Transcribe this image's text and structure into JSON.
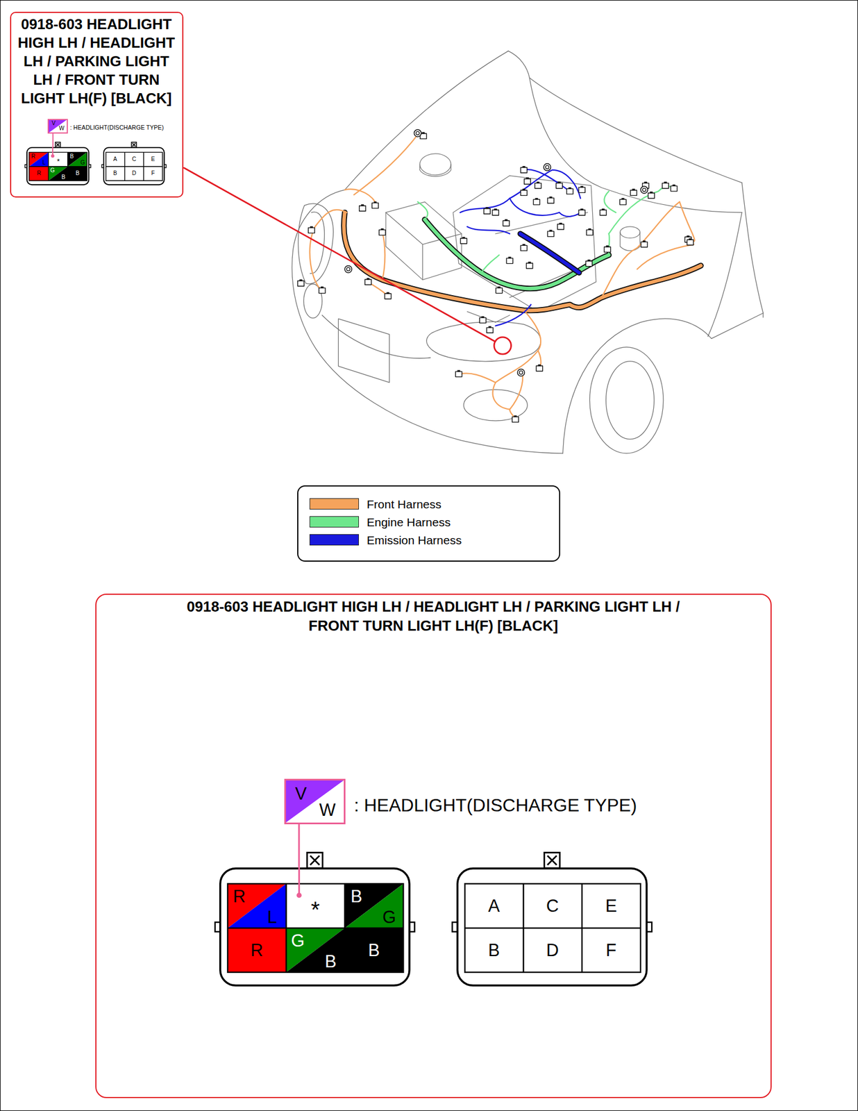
{
  "diagram": {
    "nodes": [
      {
        "text": [
          "0918-603 HEADLIGHT HIGH LH / HEADLIGHT LH / PARKING LIGHT LH / FRONT TURN LIGHT LH(F) [BLACK]"
        ]
      },
      {
        "text": [
          "V",
          "W"
        ],
        "in": 0
      },
      {
        "text": [
          "R",
          "L",
          "*",
          "B",
          "G",
          "R",
          "G",
          "B",
          "B"
        ],
        "in": 0
      },
      {
        "text": [
          "A",
          "C",
          "E",
          "B",
          "D",
          "F"
        ],
        "in": 0
      },
      {
        "text": [
          "0918-603 HEADLIGHT HIGH LH / HEADLIGHT LH / PARKING LIGHT LH / FRONT TURN LIGHT LH(F) [BLACK]"
        ]
      },
      {
        "text": [
          "V",
          "W"
        ],
        "in": 4
      },
      {
        "text": [
          "R",
          "L",
          "*",
          "B",
          "G",
          "R",
          "G",
          "B",
          "B"
        ],
        "in": 4
      },
      {
        "text": [
          "A",
          "C",
          "E",
          "B",
          "D",
          "F"
        ],
        "in": 4
      }
    ],
    "edges": [
      {
        "from": 1,
        "to": 2,
        "arrow": "none"
      },
      {
        "from": 5,
        "to": 6,
        "arrow": "none"
      }
    ],
    "labels": [
      ": HEADLIGHT(DISCHARGE TYPE)",
      ": HEADLIGHT(DISCHARGE TYPE)"
    ],
    "legend": [
      {
        "text": "Front Harness",
        "color": "#f5a35c"
      },
      {
        "text": "Engine Harness",
        "color": "#6ee68c"
      },
      {
        "text": "Emission Harness",
        "color": "#1a1adc"
      }
    ]
  }
}
